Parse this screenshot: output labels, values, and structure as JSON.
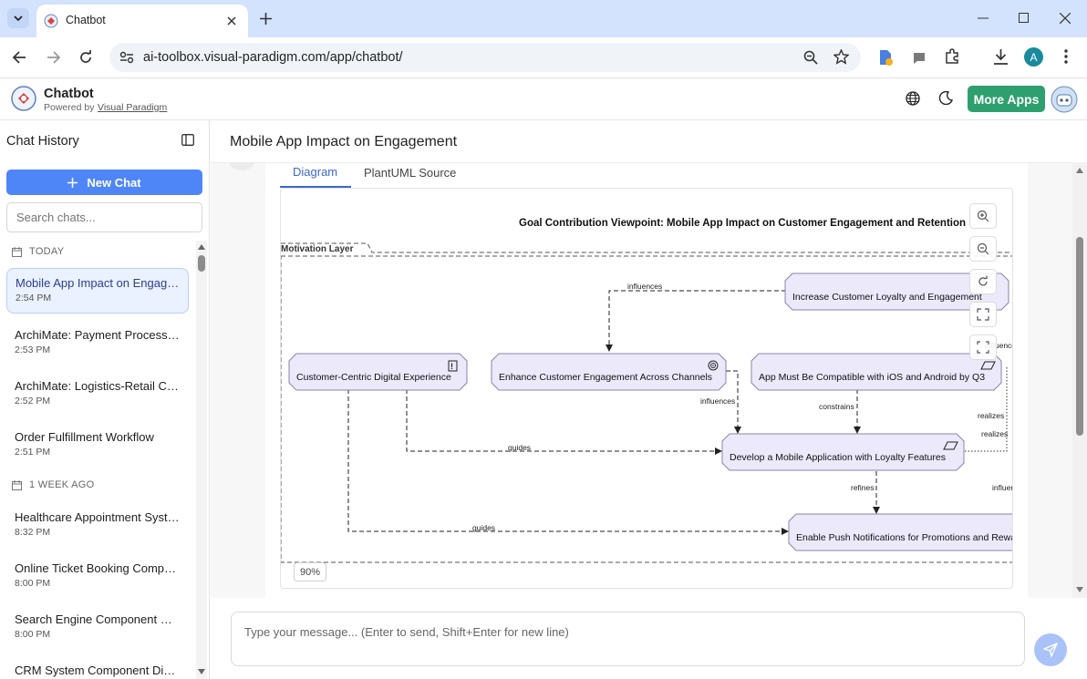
{
  "browser": {
    "tab_title": "Chatbot",
    "url": "ai-toolbox.visual-paradigm.com/app/chatbot/",
    "profile_initial": "A"
  },
  "app": {
    "name": "Chatbot",
    "powered_by": "Powered by",
    "powered_link": "Visual Paradigm",
    "more_apps": "More Apps"
  },
  "sidebar": {
    "title": "Chat History",
    "new_chat": "New Chat",
    "search_placeholder": "Search chats...",
    "groups": [
      {
        "label": "TODAY"
      },
      {
        "label": "1 WEEK AGO"
      }
    ],
    "items": [
      {
        "title": "Mobile App Impact on Engagement",
        "time": "2:54 PM"
      },
      {
        "title": "ArchiMate: Payment Process Flow",
        "time": "2:53 PM"
      },
      {
        "title": "ArchiMate: Logistics-Retail Collaboration",
        "time": "2:52 PM"
      },
      {
        "title": "Order Fulfillment Workflow",
        "time": "2:51 PM"
      },
      {
        "title": "Healthcare Appointment System",
        "time": "8:32 PM"
      },
      {
        "title": "Online Ticket Booking Component",
        "time": "8:00 PM"
      },
      {
        "title": "Search Engine Component Diagram",
        "time": "8:00 PM"
      },
      {
        "title": "CRM System Component Diagram",
        "time": ""
      }
    ]
  },
  "main": {
    "title": "Mobile App Impact on Engagement",
    "tabs": [
      {
        "label": "Diagram"
      },
      {
        "label": "PlantUML Source"
      }
    ],
    "zoom_level": "90%",
    "composer_placeholder": "Type your message... (Enter to send, Shift+Enter for new line)"
  },
  "diagram": {
    "title": "Goal Contribution Viewpoint: Mobile App Impact on Customer Engagement and Retention",
    "layer": "Motivation Layer",
    "nodes": {
      "loyalty": "Increase Customer Loyalty and Engagement",
      "digital": "Customer-Centric Digital Experience",
      "engage": "Enhance Customer Engagement Across Channels",
      "compat": "App Must Be Compatible with iOS and Android by Q3",
      "develop": "Develop a Mobile Application with Loyalty Features",
      "push": "Enable Push Notifications for Promotions and Rewards"
    },
    "edges": {
      "influences_top": "influences",
      "influences_mid": "influences",
      "influences_right": "influences",
      "influences_bottom": "influences",
      "constrains": "constrains",
      "realizes_1": "realizes",
      "realizes_2": "realizes",
      "guides_1": "guides",
      "guides_2": "guides",
      "refines": "refines"
    }
  },
  "colors": {
    "accent": "#4f86f7",
    "more_apps": "#2e9f6e",
    "node_fill": "#ece9fb",
    "node_stroke": "#8a85a8"
  }
}
